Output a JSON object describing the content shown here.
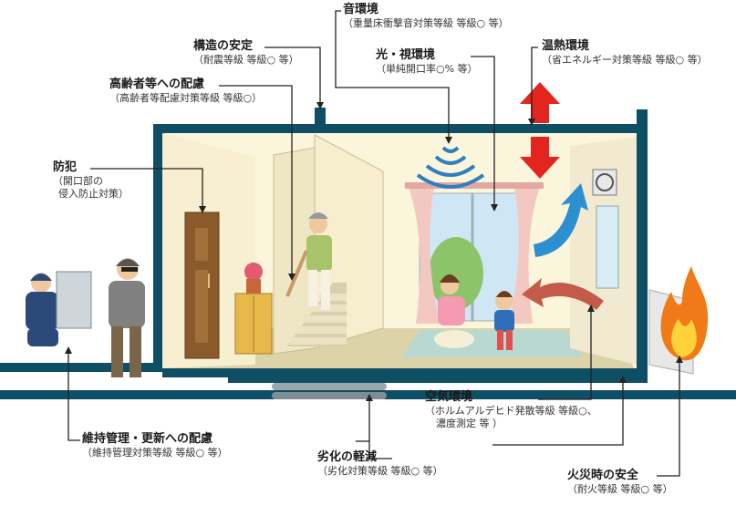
{
  "labels": {
    "sound": {
      "title": "音環境",
      "detail": "（重量床衝撃音対策等級 等級○ 等）"
    },
    "structure": {
      "title": "構造の安定",
      "detail": "（耐震等級 等級○ 等）"
    },
    "light": {
      "title": "光・視環境",
      "detail": "（単純開口率○% 等）"
    },
    "thermal": {
      "title": "温熱環境",
      "detail": "（省エネルギー対策等級 等級○ 等）"
    },
    "elderly": {
      "title": "高齢者等への配慮",
      "detail": "（高齢者等配慮対策等級 等級○）"
    },
    "crime": {
      "title": "防犯",
      "detail1": "（開口部の",
      "detail2": "侵入防止対策）"
    },
    "air": {
      "title": "空気環境",
      "detail1": "（ホルムアルデヒド発散等級 等級○、",
      "detail2": "濃度測定 等 ）"
    },
    "maintenance": {
      "title": "維持管理・更新への配慮",
      "detail": "（維持管理対策等級 等級○ 等）"
    },
    "deterioration": {
      "title": "劣化の軽減",
      "detail": "（劣化対策等級 等級○ 等）"
    },
    "fire": {
      "title": "火災時の安全",
      "detail": "（耐火等級 等級○ 等）"
    }
  },
  "colors": {
    "frame": "#0e4f66",
    "wall": "#fbf5dc",
    "floor": "#dcd4a8",
    "door": "#8a5a2b",
    "curtain": "#f2c8c0",
    "window_sky": "#cfe7f4",
    "arrow_red": "#e2261d",
    "arrow_blue": "#2b8fd0",
    "sound_wave": "#2f7fc0",
    "fire_orange": "#f07a18",
    "leader": "#222222"
  }
}
